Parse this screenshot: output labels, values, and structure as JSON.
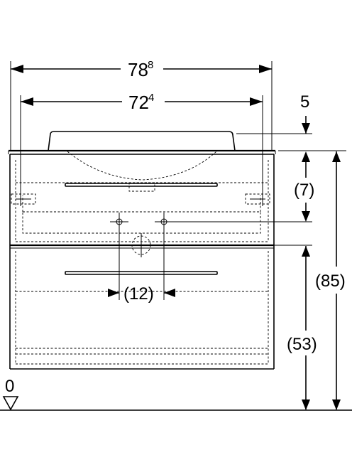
{
  "dimensions": {
    "overall_width": {
      "main": "78",
      "sup": "8"
    },
    "basin_width": {
      "main": "72",
      "sup": "4"
    },
    "basin_top": "5",
    "drawer_gap": "(7)",
    "total_height": "(85)",
    "lower_height": "(53)",
    "drain_spacing": "(12)",
    "floor_level": "0"
  }
}
